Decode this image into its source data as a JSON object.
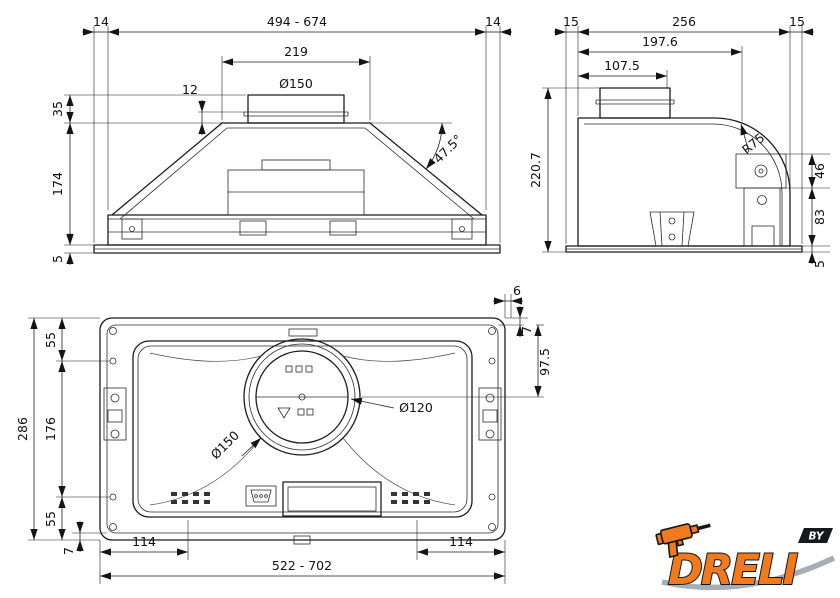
{
  "front_view": {
    "dim_left_offset": "14",
    "dim_total_width": "494 - 674",
    "dim_right_offset": "14",
    "dim_top_plate": "219",
    "dim_collar_lip": "12",
    "dim_duct_diameter": "Ø150",
    "dim_collar_height": "35",
    "dim_body_height": "174",
    "dim_flange": "5",
    "dim_slope_angle": "47.5°"
  },
  "side_view": {
    "dim_left_offset": "15",
    "dim_depth": "256",
    "dim_right_offset": "15",
    "dim_upper_depth": "197.6",
    "dim_collar_offset": "107.5",
    "dim_radius": "R75",
    "dim_total_height": "220.7",
    "dim_bracket_upper": "46",
    "dim_bracket_lower": "83",
    "dim_flange": "5"
  },
  "plan_view": {
    "dim_corner_offset": "6",
    "dim_frame_top": "7",
    "dim_duct_center": "97.5",
    "dim_55_top": "55",
    "dim_hole_span": "176",
    "dim_total_depth": "286",
    "dim_55_bottom": "55",
    "dim_frame_bottom": "7",
    "dim_114_left": "114",
    "dim_total_width": "522 - 702",
    "dim_114_right": "114",
    "dim_inner_diameter": "Ø120",
    "dim_duct_diameter": "Ø150"
  },
  "logo": {
    "brand": "DRELI",
    "by": "BY",
    "accent_color": "#f07a1d"
  }
}
